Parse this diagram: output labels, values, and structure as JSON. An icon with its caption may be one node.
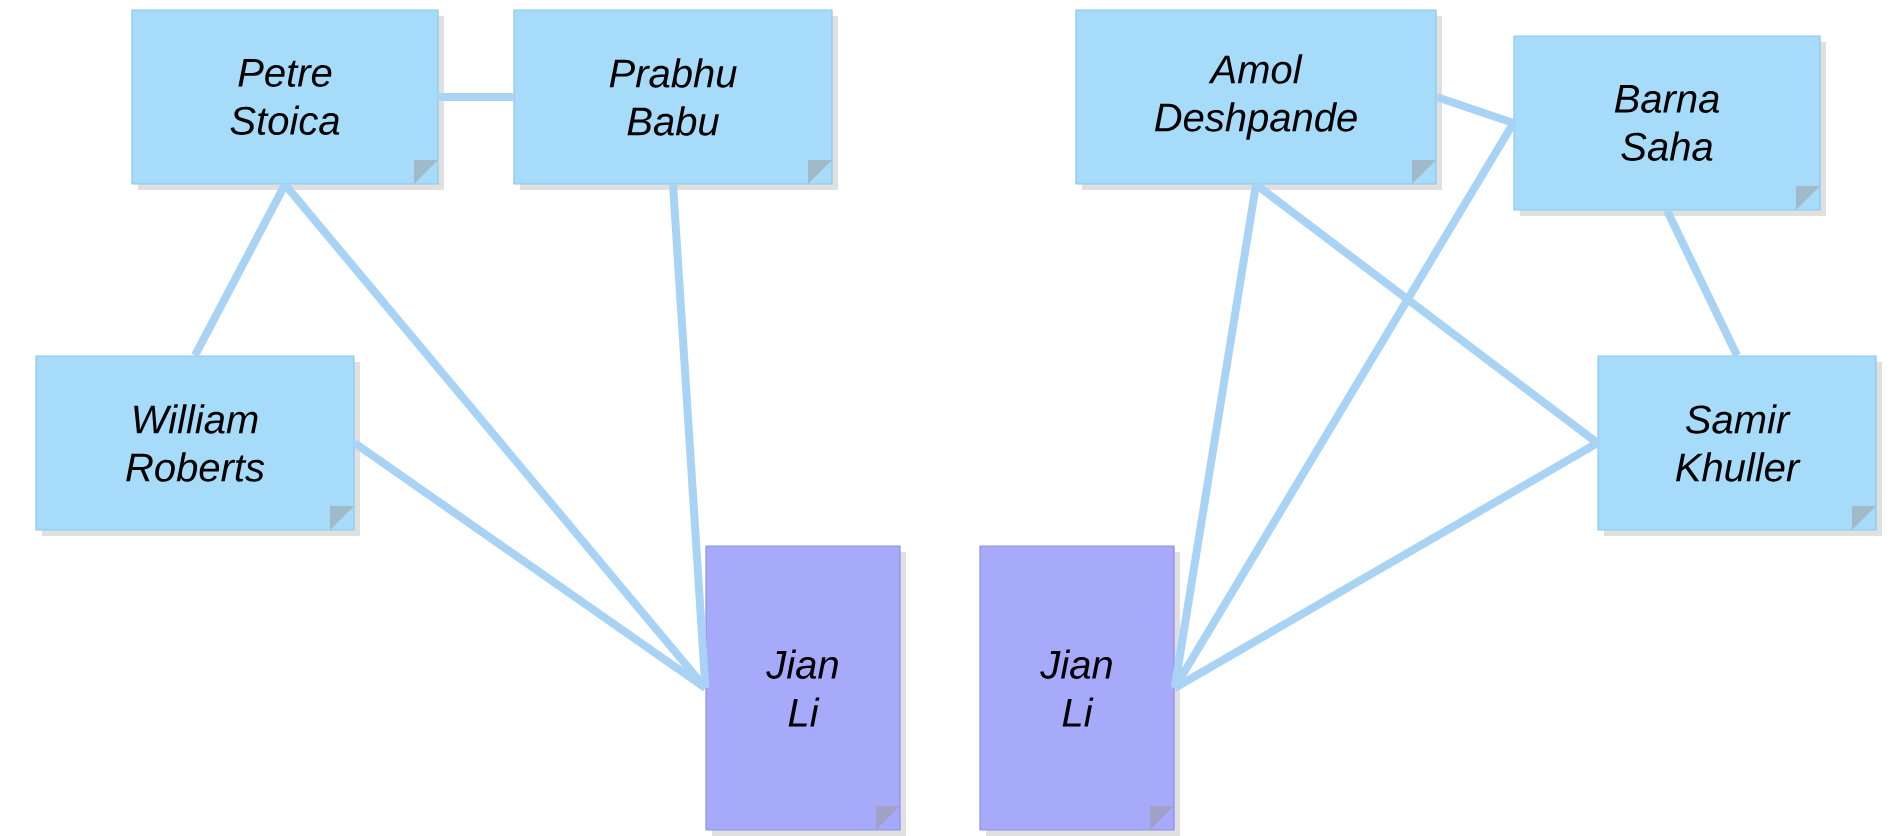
{
  "diagram": {
    "nodes": [
      {
        "text": [
          "Petre Stoica"
        ]
      },
      {
        "text": [
          "Prabhu Babu"
        ]
      },
      {
        "text": [
          "William Roberts"
        ]
      },
      {
        "text": [
          "Jian Li"
        ]
      },
      {
        "text": [
          "Amol Deshpande"
        ]
      },
      {
        "text": [
          "Barna Saha"
        ]
      },
      {
        "text": [
          "Samir Khuller"
        ]
      },
      {
        "text": [
          "Jian Li"
        ]
      }
    ],
    "edges": [
      {
        "from": 0,
        "to": 1,
        "arrow": "none"
      },
      {
        "from": 0,
        "to": 2,
        "arrow": "none"
      },
      {
        "from": 0,
        "to": 3,
        "arrow": "none"
      },
      {
        "from": 1,
        "to": 3,
        "arrow": "none"
      },
      {
        "from": 2,
        "to": 3,
        "arrow": "none"
      },
      {
        "from": 4,
        "to": 5,
        "arrow": "none"
      },
      {
        "from": 4,
        "to": 6,
        "arrow": "none"
      },
      {
        "from": 4,
        "to": 7,
        "arrow": "none"
      },
      {
        "from": 5,
        "to": 6,
        "arrow": "none"
      },
      {
        "from": 5,
        "to": 7,
        "arrow": "none"
      },
      {
        "from": 6,
        "to": 7,
        "arrow": "none"
      }
    ]
  }
}
